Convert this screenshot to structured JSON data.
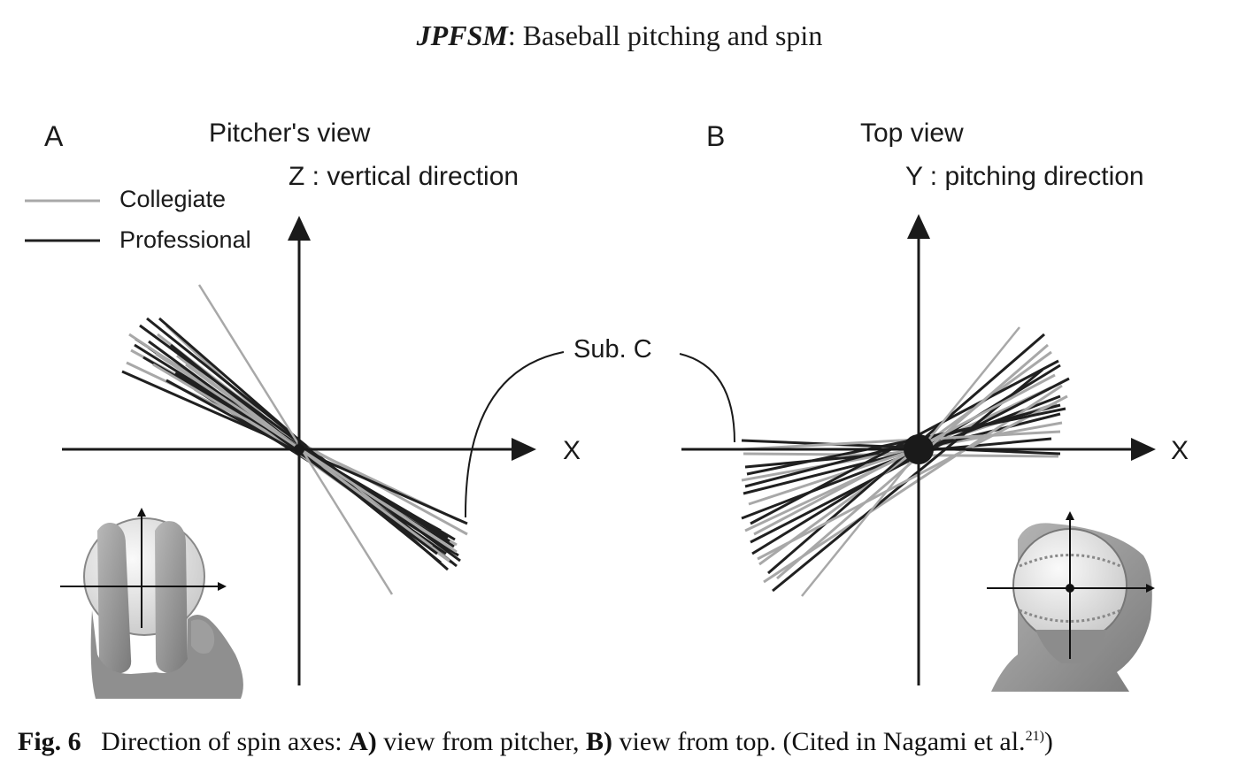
{
  "header": {
    "journal": "JPFSM",
    "sep": ":",
    "title": "Baseball pitching and spin"
  },
  "panel_a": {
    "letter": "A",
    "title": "Pitcher's view",
    "vertical_axis": "Z :  vertical direction",
    "horizontal_axis": "X"
  },
  "panel_b": {
    "letter": "B",
    "title": "Top view",
    "vertical_axis": "Y : pitching direction",
    "horizontal_axis": "X"
  },
  "legend": {
    "collegiate": "Collegiate",
    "professional": "Professional"
  },
  "sub_c": "Sub. C",
  "caption": {
    "fig": "Fig. 6",
    "t1": "Direction of spin axes:",
    "a": "A)",
    "t2": "view from pitcher,",
    "b": "B)",
    "t3": "view from top. (Cited in Nagami et al.",
    "ref": "21)",
    "t4": ")"
  },
  "colors": {
    "collegiate": "#a8a8a8",
    "professional": "#202020",
    "axis": "#1a1a1a"
  }
}
